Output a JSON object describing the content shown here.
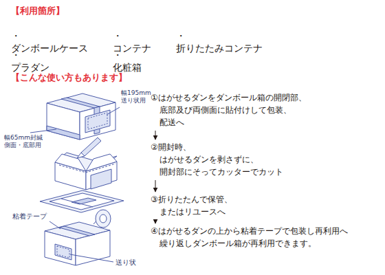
{
  "diagram": {
    "nodes": [
      {
        "text": [
          "①はがせるダンをダンボール箱の開閉部、 底部及び両側面に貼付けして包装、配送へ"
        ]
      },
      {
        "text": [
          "②開封時、はがせるダンを剥さずに、 開封部にそってカッターでカット"
        ]
      },
      {
        "text": [
          "③折りたたんで保管、またはリユースへ"
        ]
      },
      {
        "text": [
          "④はがせるダンの上から粘着テープで包装し再利用へ 繰り返しダンボール箱が再利用できます。"
        ]
      }
    ],
    "edges": [
      {
        "from": 0,
        "to": 1,
        "arrow": "to"
      },
      {
        "from": 1,
        "to": 2,
        "arrow": "to"
      },
      {
        "from": 2,
        "to": 3,
        "arrow": "to"
      }
    ],
    "labels": [
      "【利用箇所】",
      "・ダンボールケース",
      "・コンテナ",
      "・折りたたみコンテナ",
      "・プラダン",
      "・化粧箱",
      "【こんな使い方もあります】",
      "幅195mm 送り状用",
      "幅65mm封緘 側面・底部用",
      "粘着テープ",
      "送り状"
    ]
  }
}
